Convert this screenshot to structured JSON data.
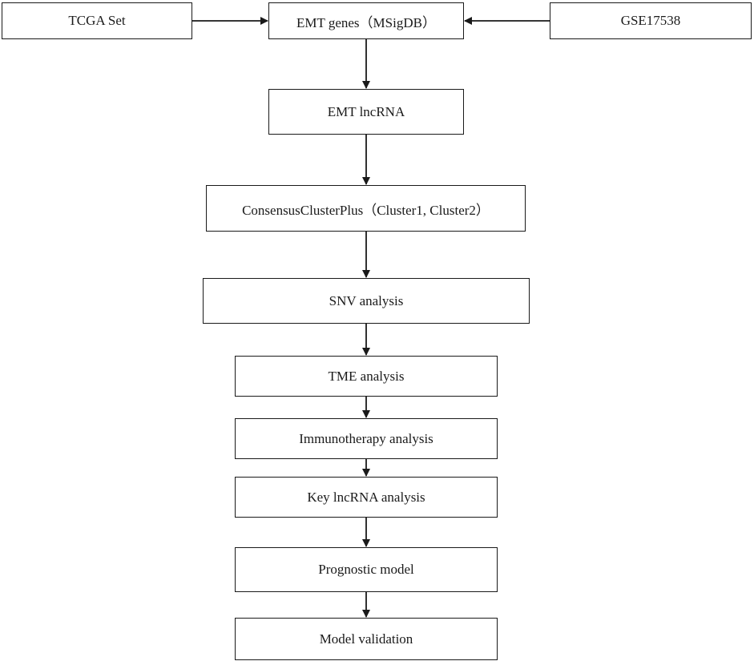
{
  "nodes": {
    "tcga": "TCGA Set",
    "emt_genes": "EMT genes（MSigDB）",
    "gse": "GSE17538",
    "emt_lncrna": "EMT lncRNA",
    "consensus": "ConsensusClusterPlus（Cluster1, Cluster2）",
    "snv": "SNV analysis",
    "tme": "TME analysis",
    "immuno": "Immunotherapy analysis",
    "key_lncrna": "Key lncRNA analysis",
    "prognostic": "Prognostic model",
    "validation": "Model validation"
  },
  "edges": [
    {
      "from": "tcga",
      "to": "emt_genes"
    },
    {
      "from": "gse",
      "to": "emt_genes"
    },
    {
      "from": "emt_genes",
      "to": "emt_lncrna"
    },
    {
      "from": "emt_lncrna",
      "to": "consensus"
    },
    {
      "from": "consensus",
      "to": "snv"
    },
    {
      "from": "snv",
      "to": "tme"
    },
    {
      "from": "tme",
      "to": "immuno"
    },
    {
      "from": "immuno",
      "to": "key_lncrna"
    },
    {
      "from": "key_lncrna",
      "to": "prognostic"
    },
    {
      "from": "prognostic",
      "to": "validation"
    }
  ]
}
